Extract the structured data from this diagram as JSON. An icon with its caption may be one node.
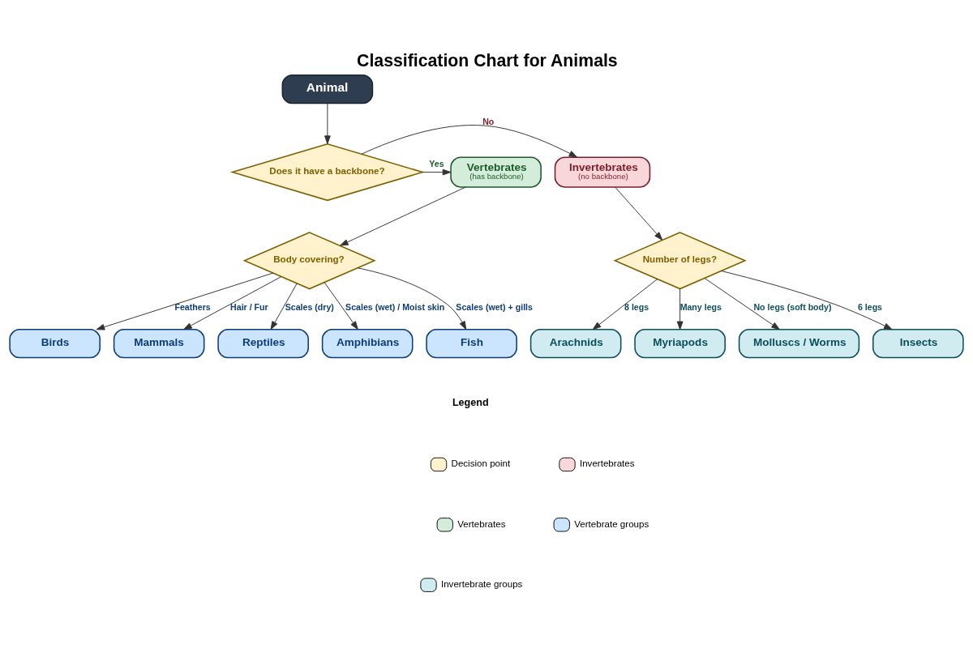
{
  "diagram": {
    "title": "Classification Chart for Animals",
    "nodes": [
      {
        "text": [
          "Animal"
        ]
      },
      {
        "text": [
          "Does it have a backbone?"
        ]
      },
      {
        "text": [
          "Invertebrates",
          "(no backbone)"
        ]
      },
      {
        "text": [
          "Vertebrates",
          "(has backbone)"
        ]
      },
      {
        "text": [
          "Number of legs?"
        ]
      },
      {
        "text": [
          "Body covering?"
        ]
      },
      {
        "text": [
          "Insects"
        ]
      },
      {
        "text": [
          "Arachnids"
        ]
      },
      {
        "text": [
          "Myriapods"
        ]
      },
      {
        "text": [
          "Molluscs / Worms"
        ]
      },
      {
        "text": [
          "Birds"
        ]
      },
      {
        "text": [
          "Mammals"
        ]
      },
      {
        "text": [
          "Reptiles"
        ]
      },
      {
        "text": [
          "Amphibians"
        ]
      },
      {
        "text": [
          "Fish"
        ]
      }
    ],
    "edges": [
      {
        "from": 0,
        "to": 1,
        "arrow": "to"
      },
      {
        "from": 1,
        "to": 2,
        "arrow": "to",
        "label": "No"
      },
      {
        "from": 1,
        "to": 3,
        "arrow": "to",
        "label": "Yes"
      },
      {
        "from": 2,
        "to": 4,
        "arrow": "to"
      },
      {
        "from": 3,
        "to": 5,
        "arrow": "to"
      },
      {
        "from": 4,
        "to": 6,
        "arrow": "to",
        "label": "6 legs"
      },
      {
        "from": 4,
        "to": 7,
        "arrow": "to",
        "label": "8 legs"
      },
      {
        "from": 4,
        "to": 8,
        "arrow": "to",
        "label": "Many legs"
      },
      {
        "from": 4,
        "to": 9,
        "arrow": "to",
        "label": "No legs (soft body)"
      },
      {
        "from": 5,
        "to": 10,
        "arrow": "to",
        "label": "Feathers"
      },
      {
        "from": 5,
        "to": 11,
        "arrow": "to",
        "label": "Hair / Fur"
      },
      {
        "from": 5,
        "to": 12,
        "arrow": "to",
        "label": "Scales (dry)"
      },
      {
        "from": 5,
        "to": 13,
        "arrow": "to",
        "label": "Scales (wet) / Moist skin"
      },
      {
        "from": 5,
        "to": 14,
        "arrow": "to",
        "label": "Scales (wet) + gills"
      }
    ],
    "labels": [
      "Legend"
    ],
    "legend": [
      {
        "text": "Decision point",
        "color": "#fff2cc"
      },
      {
        "text": "Invertebrates",
        "color": "#f8d7da"
      },
      {
        "text": "Vertebrates",
        "color": "#d4edda"
      },
      {
        "text": "Vertebrate groups",
        "color": "#cce5ff"
      },
      {
        "text": "Invertebrate groups",
        "color": "#d1ecf1"
      }
    ]
  }
}
